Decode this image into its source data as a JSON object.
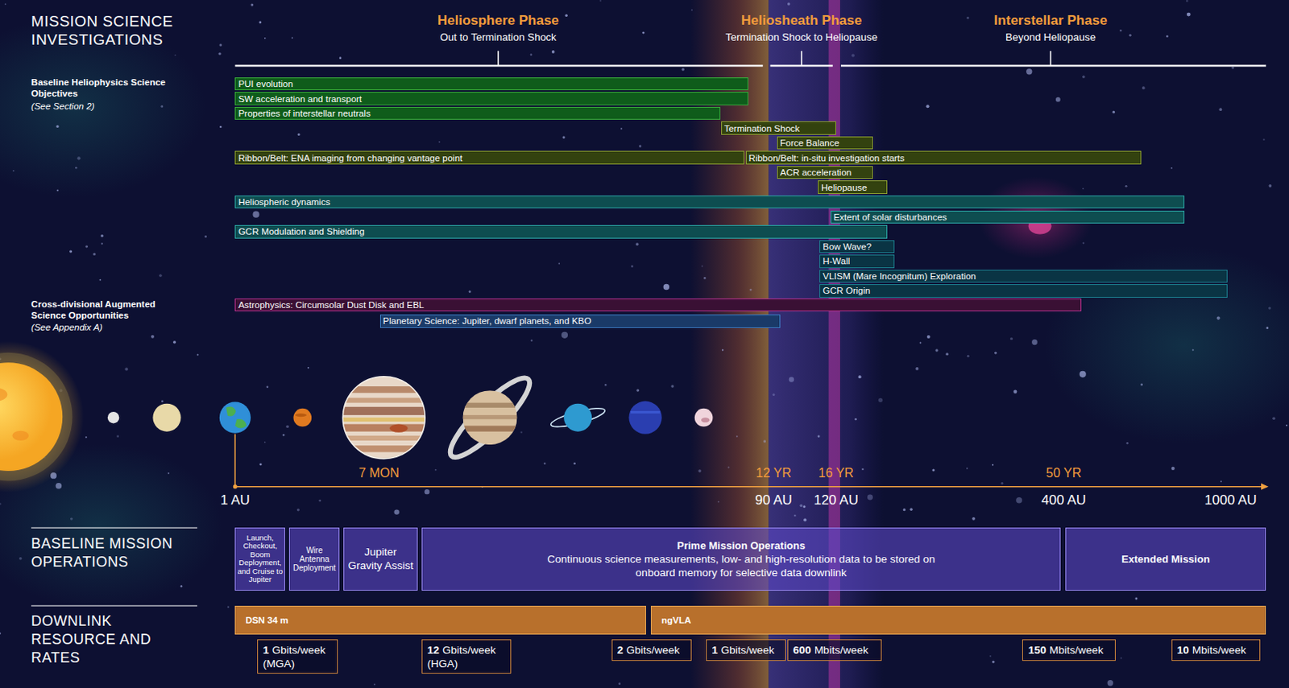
{
  "diagram": {
    "title": "MISSION SCIENCE INVESTIGATIONS",
    "nodes": [
      {
        "text": [
          "PUI evolution"
        ]
      },
      {
        "text": [
          "SW acceleration and transport"
        ]
      },
      {
        "text": [
          "Properties of interstellar neutrals"
        ]
      },
      {
        "text": [
          "Termination Shock"
        ]
      },
      {
        "text": [
          "Force Balance"
        ]
      },
      {
        "text": [
          "Ribbon/Belt: ENA imaging from changing vantage point"
        ]
      },
      {
        "text": [
          "Ribbon/Belt: in-situ investigation starts"
        ]
      },
      {
        "text": [
          "ACR acceleration"
        ]
      },
      {
        "text": [
          "Heliopause"
        ]
      },
      {
        "text": [
          "Heliospheric dynamics"
        ]
      },
      {
        "text": [
          "Extent of solar disturbances"
        ]
      },
      {
        "text": [
          "GCR Modulation and Shielding"
        ]
      },
      {
        "text": [
          "Bow Wave?"
        ]
      },
      {
        "text": [
          "H-Wall"
        ]
      },
      {
        "text": [
          "VLISM (Mare Incognitum) Exploration"
        ]
      },
      {
        "text": [
          "GCR Origin"
        ]
      },
      {
        "text": [
          "Astrophysics: Circumsolar Dust Disk and EBL"
        ]
      },
      {
        "text": [
          "Planetary Science: Jupiter, dwarf planets, and KBO"
        ]
      },
      {
        "text": [
          "Launch, Checkout, Boom Deployment, and Cruise to Jupiter"
        ]
      },
      {
        "text": [
          "Wire Antenna Deployment"
        ]
      },
      {
        "text": [
          "Jupiter Gravity Assist"
        ]
      },
      {
        "text": [
          "Prime Mission Operations",
          "Continuous science measurements, low- and high-resolution data to be stored on onboard memory for selective data downlink"
        ]
      },
      {
        "text": [
          "Extended Mission"
        ]
      },
      {
        "text": [
          "DSN 34 m"
        ]
      },
      {
        "text": [
          "ngVLA"
        ]
      },
      {
        "text": [
          "1",
          "Gbits/week (MGA)"
        ]
      },
      {
        "text": [
          "12",
          "Gbits/week (HGA)"
        ]
      },
      {
        "text": [
          "2",
          "Gbits/week"
        ]
      },
      {
        "text": [
          "1",
          "Gbits/week"
        ]
      },
      {
        "text": [
          "600",
          "Mbits/week"
        ]
      },
      {
        "text": [
          "150",
          "Mbits/week"
        ]
      },
      {
        "text": [
          "10",
          "Mbits/week"
        ]
      }
    ],
    "labels": [
      "Heliosphere Phase",
      "Out to Termination Shock",
      "Heliosheath Phase",
      "Termination Shock to Heliopause",
      "Interstellar Phase",
      "Beyond Heliopause",
      "Baseline Heliophysics Science Objectives",
      "(See Section 2)",
      "Cross-divisional Augmented Science Opportunities",
      "(See Appendix A)",
      "7 MON",
      "12 YR",
      "16 YR",
      "50 YR",
      "1 AU",
      "90 AU",
      "120 AU",
      "400 AU",
      "1000 AU",
      "BASELINE MISSION OPERATIONS",
      "DOWNLINK RESOURCE AND RATES"
    ]
  }
}
